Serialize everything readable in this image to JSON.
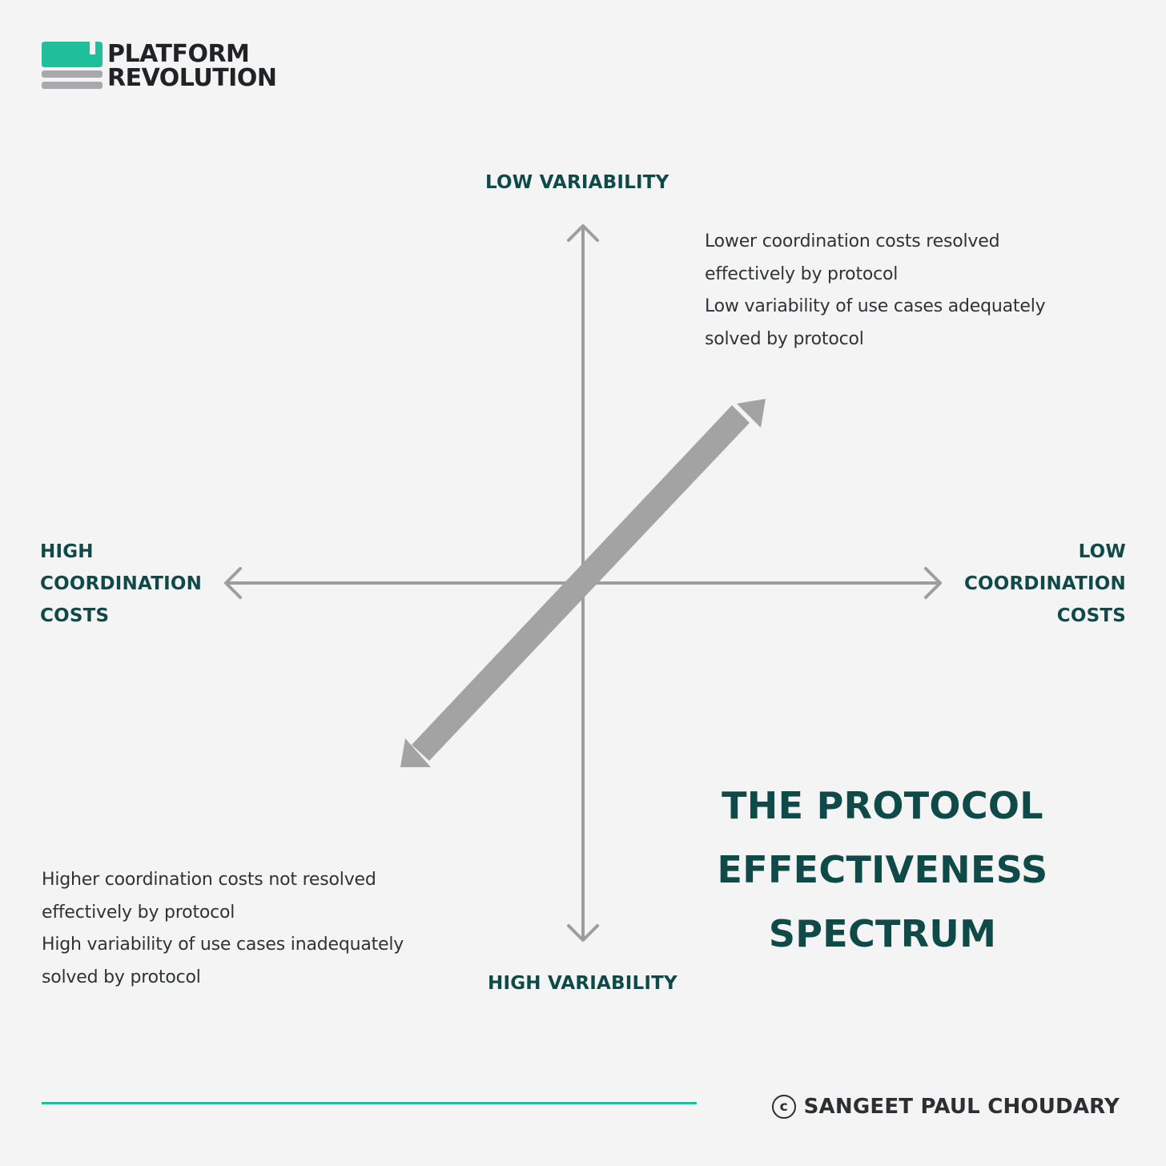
{
  "brand": {
    "line1": "PLATFORM",
    "line2": "REVOLUTION",
    "accent_color": "#1fbf9c",
    "mark_gray": "#a9a9ad"
  },
  "axes": {
    "top_label": "LOW VARIABILITY",
    "bottom_label": "HIGH VARIABILITY",
    "left_label": [
      "HIGH",
      "COORDINATION",
      "COSTS"
    ],
    "right_label": [
      "LOW",
      "COORDINATION",
      "COSTS"
    ],
    "axis_color": "#9d9da0",
    "label_color": "#0f4a48"
  },
  "quadrant_notes": {
    "top_right": [
      "Lower coordination costs resolved",
      "effectively by protocol",
      "Low variability of use cases adequately",
      "solved by protocol"
    ],
    "bottom_left": [
      "Higher coordination costs not resolved",
      "effectively by protocol",
      "High variability of use cases inadequately",
      "solved by protocol"
    ]
  },
  "spectrum_arrow": {
    "color": "#a3a3a3",
    "direction": "double-headed, bottom-left to top-right"
  },
  "title": [
    "THE PROTOCOL",
    "EFFECTIVENESS",
    "SPECTRUM"
  ],
  "footer": {
    "copyright_symbol": "c",
    "author": "SANGEET PAUL CHOUDARY",
    "line_color": "#1fbf9c"
  }
}
